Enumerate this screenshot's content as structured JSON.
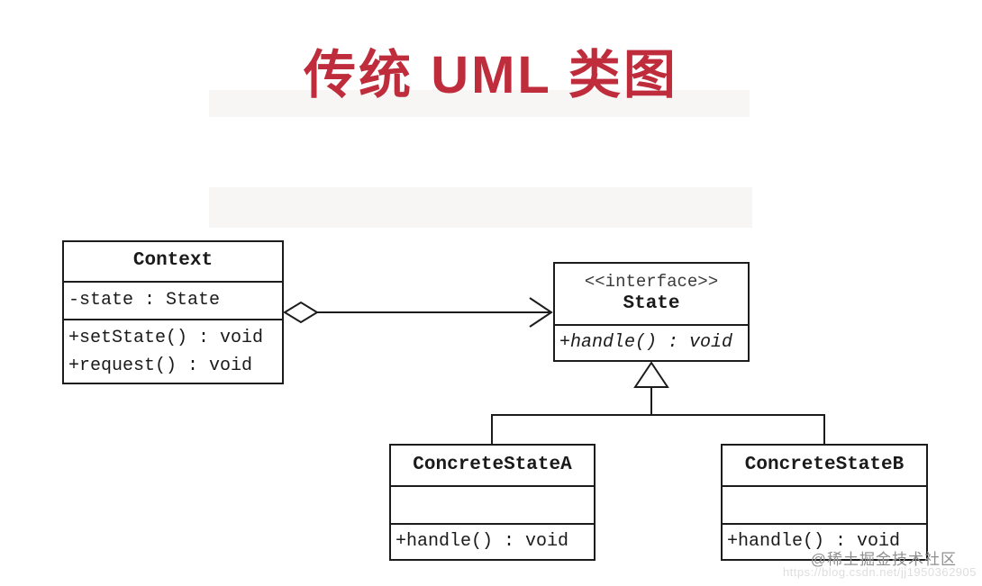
{
  "title": {
    "text": "传统 UML 类图",
    "color": "#bf2c3c"
  },
  "diagram": {
    "classes": [
      {
        "id": "context",
        "name": "Context",
        "stereotype": "",
        "attributes": [
          "-state : State"
        ],
        "methods": [
          "+setState() : void",
          "+request() : void"
        ]
      },
      {
        "id": "state",
        "name": "State",
        "stereotype": "<<interface>>",
        "attributes": [],
        "methods": [
          "+handle() : void"
        ],
        "methods_style": "italic"
      },
      {
        "id": "concrete-state-a",
        "name": "ConcreteStateA",
        "stereotype": "",
        "attributes": [],
        "methods": [
          "+handle() : void"
        ]
      },
      {
        "id": "concrete-state-b",
        "name": "ConcreteStateB",
        "stereotype": "",
        "attributes": [],
        "methods": [
          "+handle() : void"
        ]
      }
    ],
    "relationships": [
      {
        "type": "aggregation",
        "from": "Context",
        "to": "State",
        "marker_from": "hollow-diamond",
        "marker_to": "open-arrow"
      },
      {
        "type": "realization",
        "from": "ConcreteStateA",
        "to": "State",
        "marker_to": "hollow-triangle"
      },
      {
        "type": "realization",
        "from": "ConcreteStateB",
        "to": "State",
        "marker_to": "hollow-triangle"
      }
    ],
    "line_color": "#1c1c1c"
  },
  "watermark": {
    "text": "@稀土掘金技术社区",
    "url_text": "https://blog.csdn.net/jj1950362905"
  }
}
